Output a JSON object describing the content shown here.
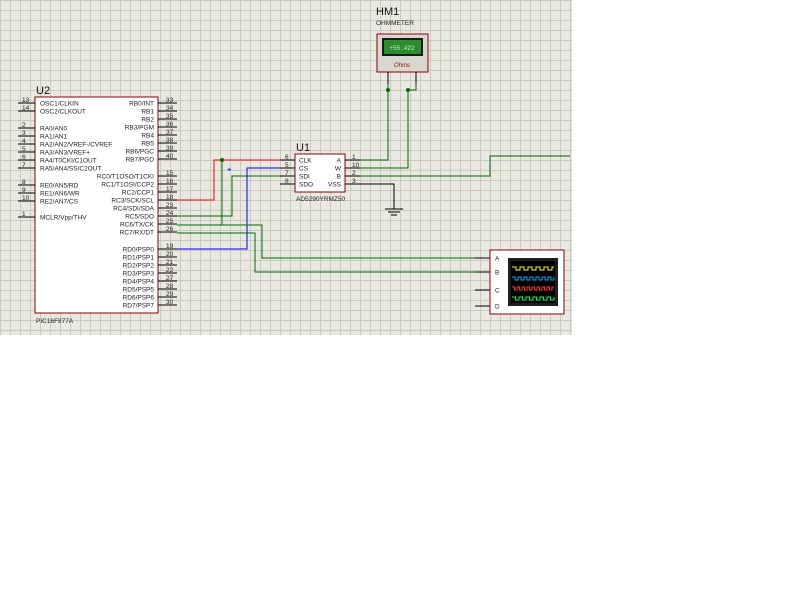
{
  "colors": {
    "red_wire": "#ff0000",
    "blue_wire": "#0000ff",
    "green_wire": "#006b00",
    "chip_body": "#ffffff",
    "chip_border": "#8b0000",
    "meter_display": "#2e8b2e",
    "scope_screen": "#000000"
  },
  "ohmmeter": {
    "ref": "HM1",
    "name": "OHMMETER",
    "reading": "+55.422",
    "unit": "Ohms"
  },
  "u2": {
    "ref": "U2",
    "part": "PIC16F877A",
    "left_pins": [
      {
        "num": "13",
        "label": "OSC1/CLKIN"
      },
      {
        "num": "14",
        "label": "OSC2/CLKOUT"
      },
      {
        "num": "2",
        "label": "RA0/AN0"
      },
      {
        "num": "3",
        "label": "RA1/AN1"
      },
      {
        "num": "4",
        "label": "RA2/AN2/VREF-/CVREF"
      },
      {
        "num": "5",
        "label": "RA3/AN3/VREF+"
      },
      {
        "num": "6",
        "label": "RA4/T0CKI/C1OUT"
      },
      {
        "num": "7",
        "label": "RA5/AN4/SS/C2OUT"
      },
      {
        "num": "8",
        "label": "RE0/AN5/RD"
      },
      {
        "num": "9",
        "label": "RE1/AN6/WR"
      },
      {
        "num": "10",
        "label": "RE2/AN7/CS"
      },
      {
        "num": "1",
        "label": "MCLR/Vpp/THV"
      }
    ],
    "right_pins": [
      {
        "num": "33",
        "label": "RB0/INT"
      },
      {
        "num": "34",
        "label": "RB1"
      },
      {
        "num": "35",
        "label": "RB2"
      },
      {
        "num": "36",
        "label": "RB3/PGM"
      },
      {
        "num": "37",
        "label": "RB4"
      },
      {
        "num": "38",
        "label": "RB5"
      },
      {
        "num": "39",
        "label": "RB6/PGC"
      },
      {
        "num": "40",
        "label": "RB7/PGD"
      },
      {
        "num": "15",
        "label": "RC0/T1OSO/T1CKI"
      },
      {
        "num": "16",
        "label": "RC1/T1OSI/CCP2"
      },
      {
        "num": "17",
        "label": "RC2/CCP1"
      },
      {
        "num": "18",
        "label": "RC3/SCK/SCL"
      },
      {
        "num": "23",
        "label": "RC4/SDI/SDA"
      },
      {
        "num": "24",
        "label": "RC5/SDO"
      },
      {
        "num": "25",
        "label": "RC6/TX/CK"
      },
      {
        "num": "26",
        "label": "RC7/RX/DT"
      },
      {
        "num": "19",
        "label": "RD0/PSP0"
      },
      {
        "num": "20",
        "label": "RD1/PSP1"
      },
      {
        "num": "21",
        "label": "RD2/PSP2"
      },
      {
        "num": "22",
        "label": "RD3/PSP3"
      },
      {
        "num": "27",
        "label": "RD4/PSP4"
      },
      {
        "num": "28",
        "label": "RD5/PSP5"
      },
      {
        "num": "29",
        "label": "RD6/PSP6"
      },
      {
        "num": "30",
        "label": "RD7/PSP7"
      }
    ]
  },
  "u1": {
    "ref": "U1",
    "part": "AD5290YRMZ50",
    "left_pins": [
      {
        "num": "6",
        "label": "CLK"
      },
      {
        "num": "5",
        "label": "CS"
      },
      {
        "num": "7",
        "label": "SDI"
      },
      {
        "num": "8",
        "label": "SDO"
      }
    ],
    "right_pins": [
      {
        "num": "1",
        "label": "A"
      },
      {
        "num": "10",
        "label": "W"
      },
      {
        "num": "2",
        "label": "B"
      },
      {
        "num": "3",
        "label": "VSS"
      }
    ]
  },
  "scope": {
    "channels": [
      "A",
      "B",
      "C",
      "D"
    ],
    "trace_colors": [
      "#ffff00",
      "#00aaff",
      "#ff3333",
      "#00ff66"
    ]
  }
}
